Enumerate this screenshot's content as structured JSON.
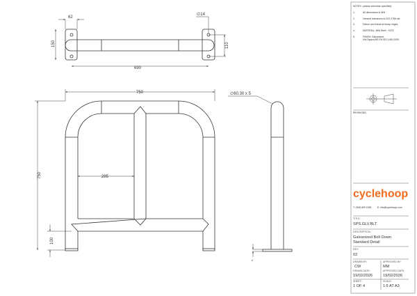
{
  "drawing": {
    "top_view": {
      "dim_plate_width": "62",
      "dim_plate_height": "150",
      "dim_hole_dia": "∅14",
      "dim_hole_spacing": "110",
      "dim_length": "690"
    },
    "front_view": {
      "dim_width": "750",
      "dim_height": "750",
      "dim_inner": "285",
      "dim_bar_height": "100"
    },
    "side_view": {
      "dim_tube": "∅60.30 x 5",
      "dim_plate": "6"
    }
  },
  "title_block": {
    "notes_heading": "NOTES: (unless otherwise specified)",
    "notes": [
      {
        "num": "1.",
        "text": "All dimensions in MM"
      },
      {
        "num": "2.",
        "text": "General tolerances to ISO 2768-mk"
      },
      {
        "num": "3.",
        "text": "Deburr and break all sharp edges"
      },
      {
        "num": "4.",
        "text": "MATERIAL: Mild Steel - S275"
      },
      {
        "num": "5.",
        "text": "FINISH: Galvanised,",
        "text2": "Hot Dipped BS EN ISO 1461:2009"
      }
    ],
    "projection_symbol": "third-angle-projection-icon",
    "revisions_label": "REVISIONS:",
    "logo": "cyclehoop",
    "brand_color": "#f26b1d",
    "phone": "T: 0208 699 1338",
    "email": "E: info@cyclehoop.com",
    "title_label": "TITLE:",
    "title": "SPS.GLV.BLT",
    "description_label": "DESCRIPTION:",
    "description_1": "Galvanized Bolt Down",
    "description_2": "Standard Detail",
    "rev_label": "REV:",
    "rev": "02",
    "drawn_by_label": "DRAWN BY:",
    "drawn_by": "CW",
    "approved_by_label": "APPROVED BY:",
    "approved_by": "MM",
    "drawn_date_label": "DRAWN DATE:",
    "drawn_date": "19/02/2026",
    "approved_date_label": "APPROVED DATE:",
    "approved_date": "19/02/2026",
    "sheet_label": "SHEET:",
    "sheet": "1 OF 4",
    "scale_label": "SCALE:",
    "scale": "1:5 AT A3"
  }
}
